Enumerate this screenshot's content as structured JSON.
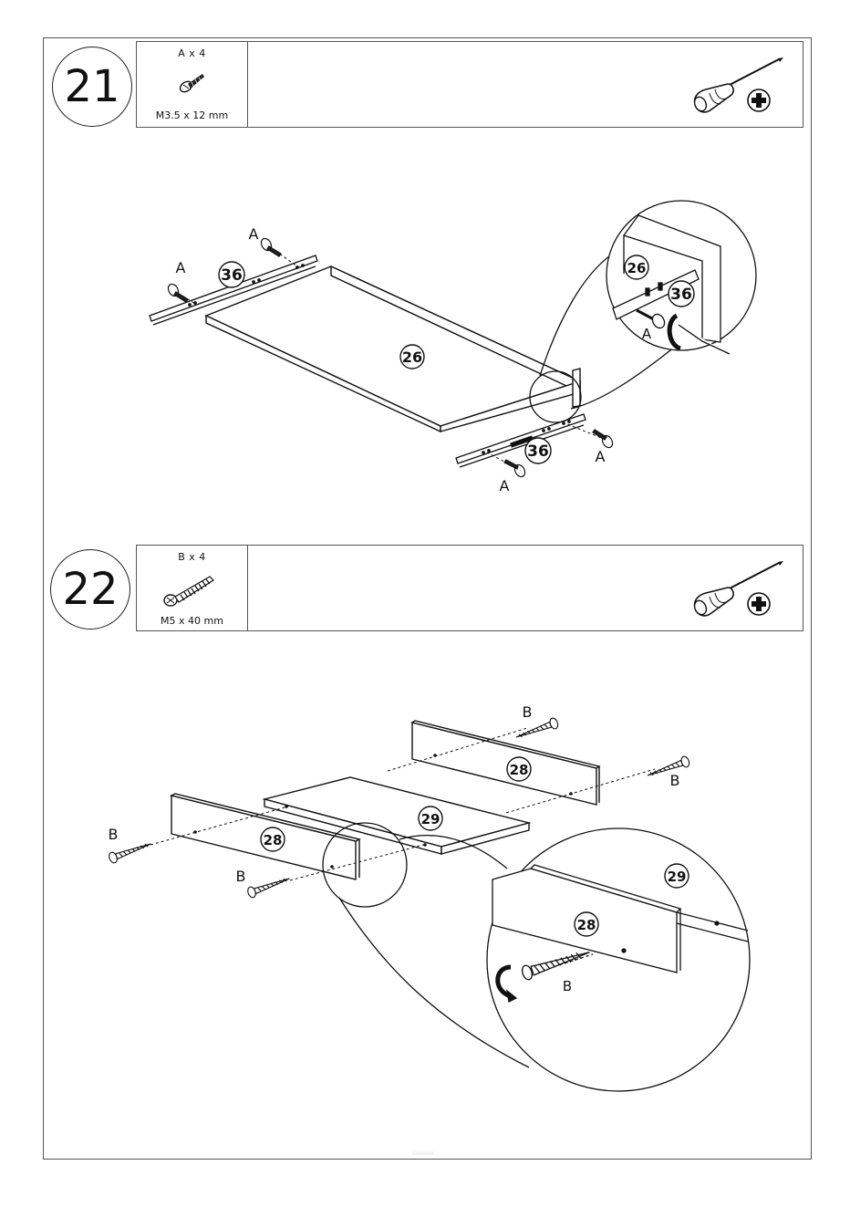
{
  "steps": [
    {
      "number": "21",
      "hardware": {
        "qty": "A x 4",
        "size": "M3.5 x 12 mm"
      },
      "tool_icon": "phillips-screwdriver-icon",
      "callouts": {
        "shelf": "26",
        "runner": "36",
        "screw": "A"
      }
    },
    {
      "number": "22",
      "hardware": {
        "qty": "B x 4",
        "size": "M5  x 40 mm"
      },
      "tool_icon": "phillips-screwdriver-icon",
      "callouts": {
        "side_panel": "28",
        "bottom_panel": "29",
        "screw": "B"
      }
    }
  ]
}
